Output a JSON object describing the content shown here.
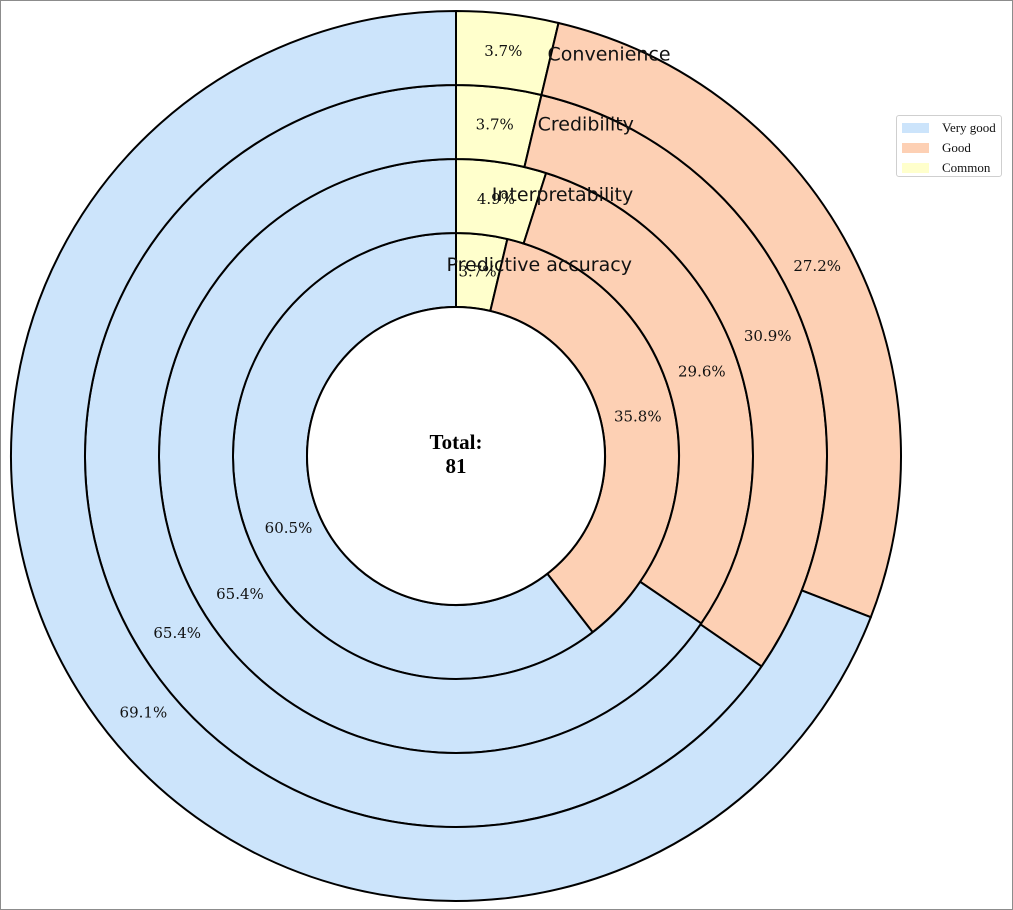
{
  "chart_data": {
    "type": "nested_donut",
    "total_label": "Total:",
    "total_value": "81",
    "categories": [
      "Very good",
      "Good",
      "Common"
    ],
    "colors": {
      "Very good": "#cce4fb",
      "Good": "#fdd0b4",
      "Common": "#ffffcc"
    },
    "rings": [
      {
        "name": "Predictive accuracy",
        "values": {
          "Very good": 60.5,
          "Good": 35.8,
          "Common": 3.7
        },
        "labels": {
          "Very good": "60.5%",
          "Good": "35.8%",
          "Common": "3.7%"
        }
      },
      {
        "name": "Interpretability",
        "values": {
          "Very good": 65.4,
          "Good": 29.6,
          "Common": 4.9
        },
        "labels": {
          "Very good": "65.4%",
          "Good": "29.6%",
          "Common": "4.9%"
        }
      },
      {
        "name": "Credibility",
        "values": {
          "Very good": 65.4,
          "Good": 30.9,
          "Common": 3.7
        },
        "labels": {
          "Very good": "65.4%",
          "Good": "30.9%",
          "Common": "3.7%"
        }
      },
      {
        "name": "Convenience",
        "values": {
          "Very good": 69.1,
          "Good": 27.2,
          "Common": 3.7
        },
        "labels": {
          "Very good": "69.1%",
          "Good": "27.2%",
          "Common": "3.7%"
        }
      }
    ],
    "legend": {
      "position": "top-right",
      "entries": [
        "Very good",
        "Good",
        "Common"
      ]
    }
  }
}
